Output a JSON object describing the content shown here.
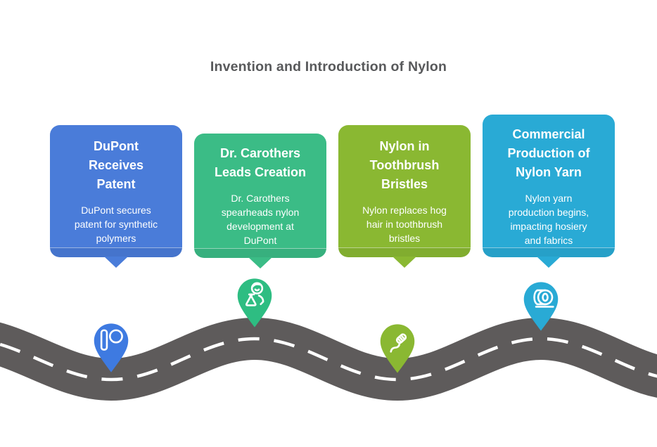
{
  "title": "Invention and Introduction of Nylon",
  "colors": {
    "background": "#ffffff",
    "title_text": "#58595b",
    "road": "#5e5b5b",
    "road_dash_line": "#ffffff",
    "card_text": "#ffffff"
  },
  "milestones": [
    {
      "title": [
        "DuPont",
        "Receives",
        "Patent"
      ],
      "description": [
        "DuPont secures",
        "patent for synthetic",
        "polymers"
      ],
      "color": "#4a7cd9",
      "pin_color": "#3e7ae1",
      "icon": "patent-document-icon"
    },
    {
      "title": [
        "Dr. Carothers",
        "Leads Creation"
      ],
      "description": [
        "Dr. Carothers",
        "spearheads nylon",
        "development at",
        "DuPont"
      ],
      "color": "#3bbc86",
      "pin_color": "#2ebd82",
      "icon": "scientist-icon"
    },
    {
      "title": [
        "Nylon in",
        "Toothbrush",
        "Bristles"
      ],
      "description": [
        "Nylon replaces hog",
        "hair in toothbrush",
        "bristles"
      ],
      "color": "#8ab832",
      "pin_color": "#8ab832",
      "icon": "toothbrush-icon"
    },
    {
      "title": [
        "Commercial",
        "Production of",
        "Nylon Yarn"
      ],
      "description": [
        "Nylon yarn",
        "production begins,",
        "impacting hosiery",
        "and fabrics"
      ],
      "color": "#29aad5",
      "pin_color": "#29aad5",
      "icon": "yarn-roll-icon"
    }
  ]
}
